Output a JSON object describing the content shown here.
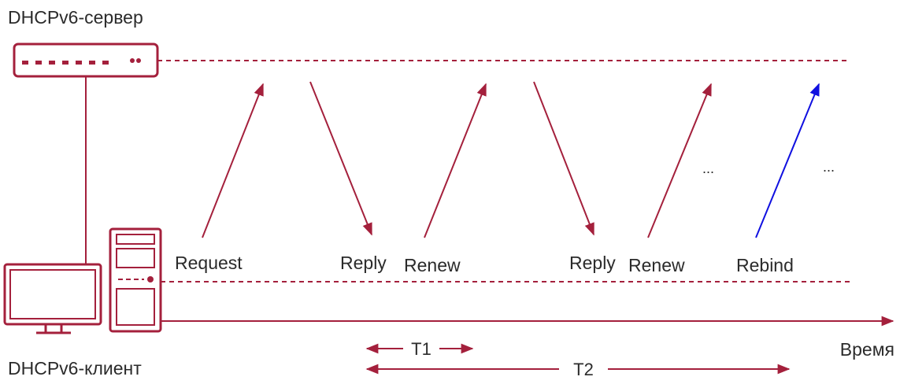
{
  "server": {
    "label": "DHCPv6-сервер"
  },
  "client": {
    "label": "DHCPv6-клиент"
  },
  "axis": {
    "label": "Время"
  },
  "messages": [
    {
      "label": "Request",
      "direction": "up"
    },
    {
      "label": "Reply",
      "direction": "down"
    },
    {
      "label": "Renew",
      "direction": "up"
    },
    {
      "label": "Reply",
      "direction": "down"
    },
    {
      "label": "Renew",
      "direction": "up"
    },
    {
      "label": "Rebind",
      "direction": "up"
    }
  ],
  "ellipses": [
    "...",
    "..."
  ],
  "intervals": [
    {
      "label": "T1"
    },
    {
      "label": "T2"
    }
  ],
  "colors": {
    "primary": "#a4203c",
    "rebind": "#1010e0",
    "text": "#2b2b2b"
  }
}
